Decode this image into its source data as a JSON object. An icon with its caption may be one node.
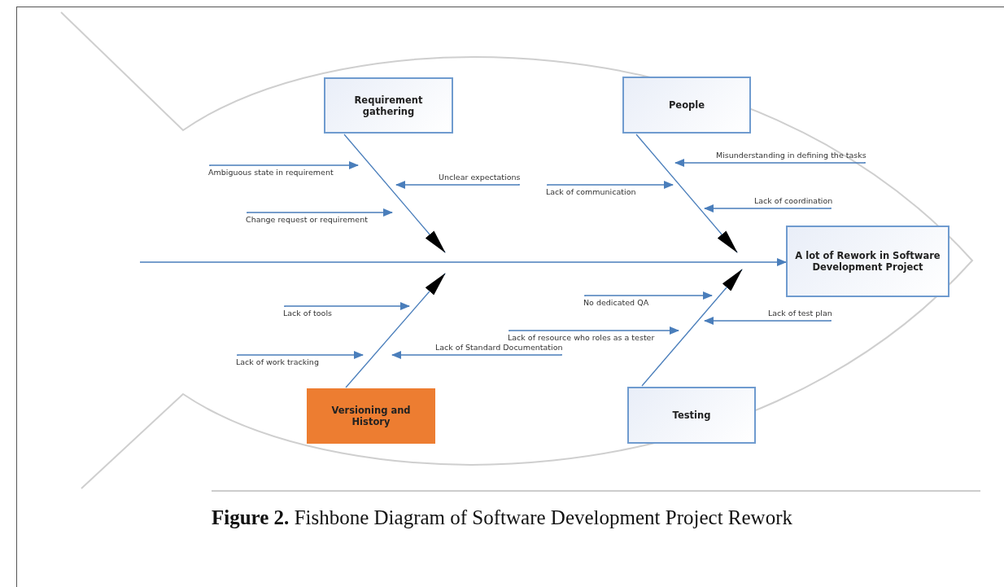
{
  "diagram": {
    "caption": "**Figure 2.** Fishbone Diagram of Software Development Project Rework",
    "nodes": [
      {
        "text": [
          "Requirement gathering"
        ]
      },
      {
        "text": [
          "People"
        ]
      },
      {
        "text": [
          "Misunderstanding in defining the tasks"
        ]
      },
      {
        "text": [
          "Ambiguous state in requirement"
        ]
      },
      {
        "text": [
          "Unclear expectations"
        ]
      },
      {
        "text": [
          "Lack of communication"
        ]
      },
      {
        "text": [
          "Lack of coordination"
        ]
      },
      {
        "text": [
          "Change request or requirement"
        ]
      },
      {
        "text": [
          "A lot of Rework in Software Development Project"
        ]
      },
      {
        "text": [
          "No dedicated QA"
        ]
      },
      {
        "text": [
          "Lack of test plan"
        ]
      },
      {
        "text": [
          "Lack of tools"
        ]
      },
      {
        "text": [
          "Lack of Standard Documentation"
        ]
      },
      {
        "text": [
          "Lack of resource who roles as a tester"
        ]
      },
      {
        "text": [
          "Lack of work tracking"
        ]
      },
      {
        "text": [
          "Versioning and History"
        ]
      },
      {
        "text": [
          "Testing"
        ]
      }
    ],
    "edges": [
      {
        "from": null,
        "to": 8,
        "arrow": "to"
      },
      {
        "from": 0,
        "to": null,
        "arrow": "to"
      },
      {
        "from": 1,
        "to": null,
        "arrow": "to"
      },
      {
        "from": 15,
        "to": null,
        "arrow": "to"
      },
      {
        "from": 16,
        "to": null,
        "arrow": "to"
      },
      {
        "from": 3,
        "to": null,
        "arrow": "to"
      },
      {
        "from": 4,
        "to": null,
        "arrow": "to"
      },
      {
        "from": 7,
        "to": null,
        "arrow": "to"
      },
      {
        "from": 2,
        "to": null,
        "arrow": "to"
      },
      {
        "from": 5,
        "to": null,
        "arrow": "to"
      },
      {
        "from": 6,
        "to": null,
        "arrow": "to"
      },
      {
        "from": 11,
        "to": null,
        "arrow": "to"
      },
      {
        "from": 12,
        "to": null,
        "arrow": "to"
      },
      {
        "from": 14,
        "to": null,
        "arrow": "to"
      },
      {
        "from": 9,
        "to": null,
        "arrow": "to"
      },
      {
        "from": 10,
        "to": null,
        "arrow": "to"
      },
      {
        "from": 13,
        "to": null,
        "arrow": "to"
      }
    ]
  }
}
